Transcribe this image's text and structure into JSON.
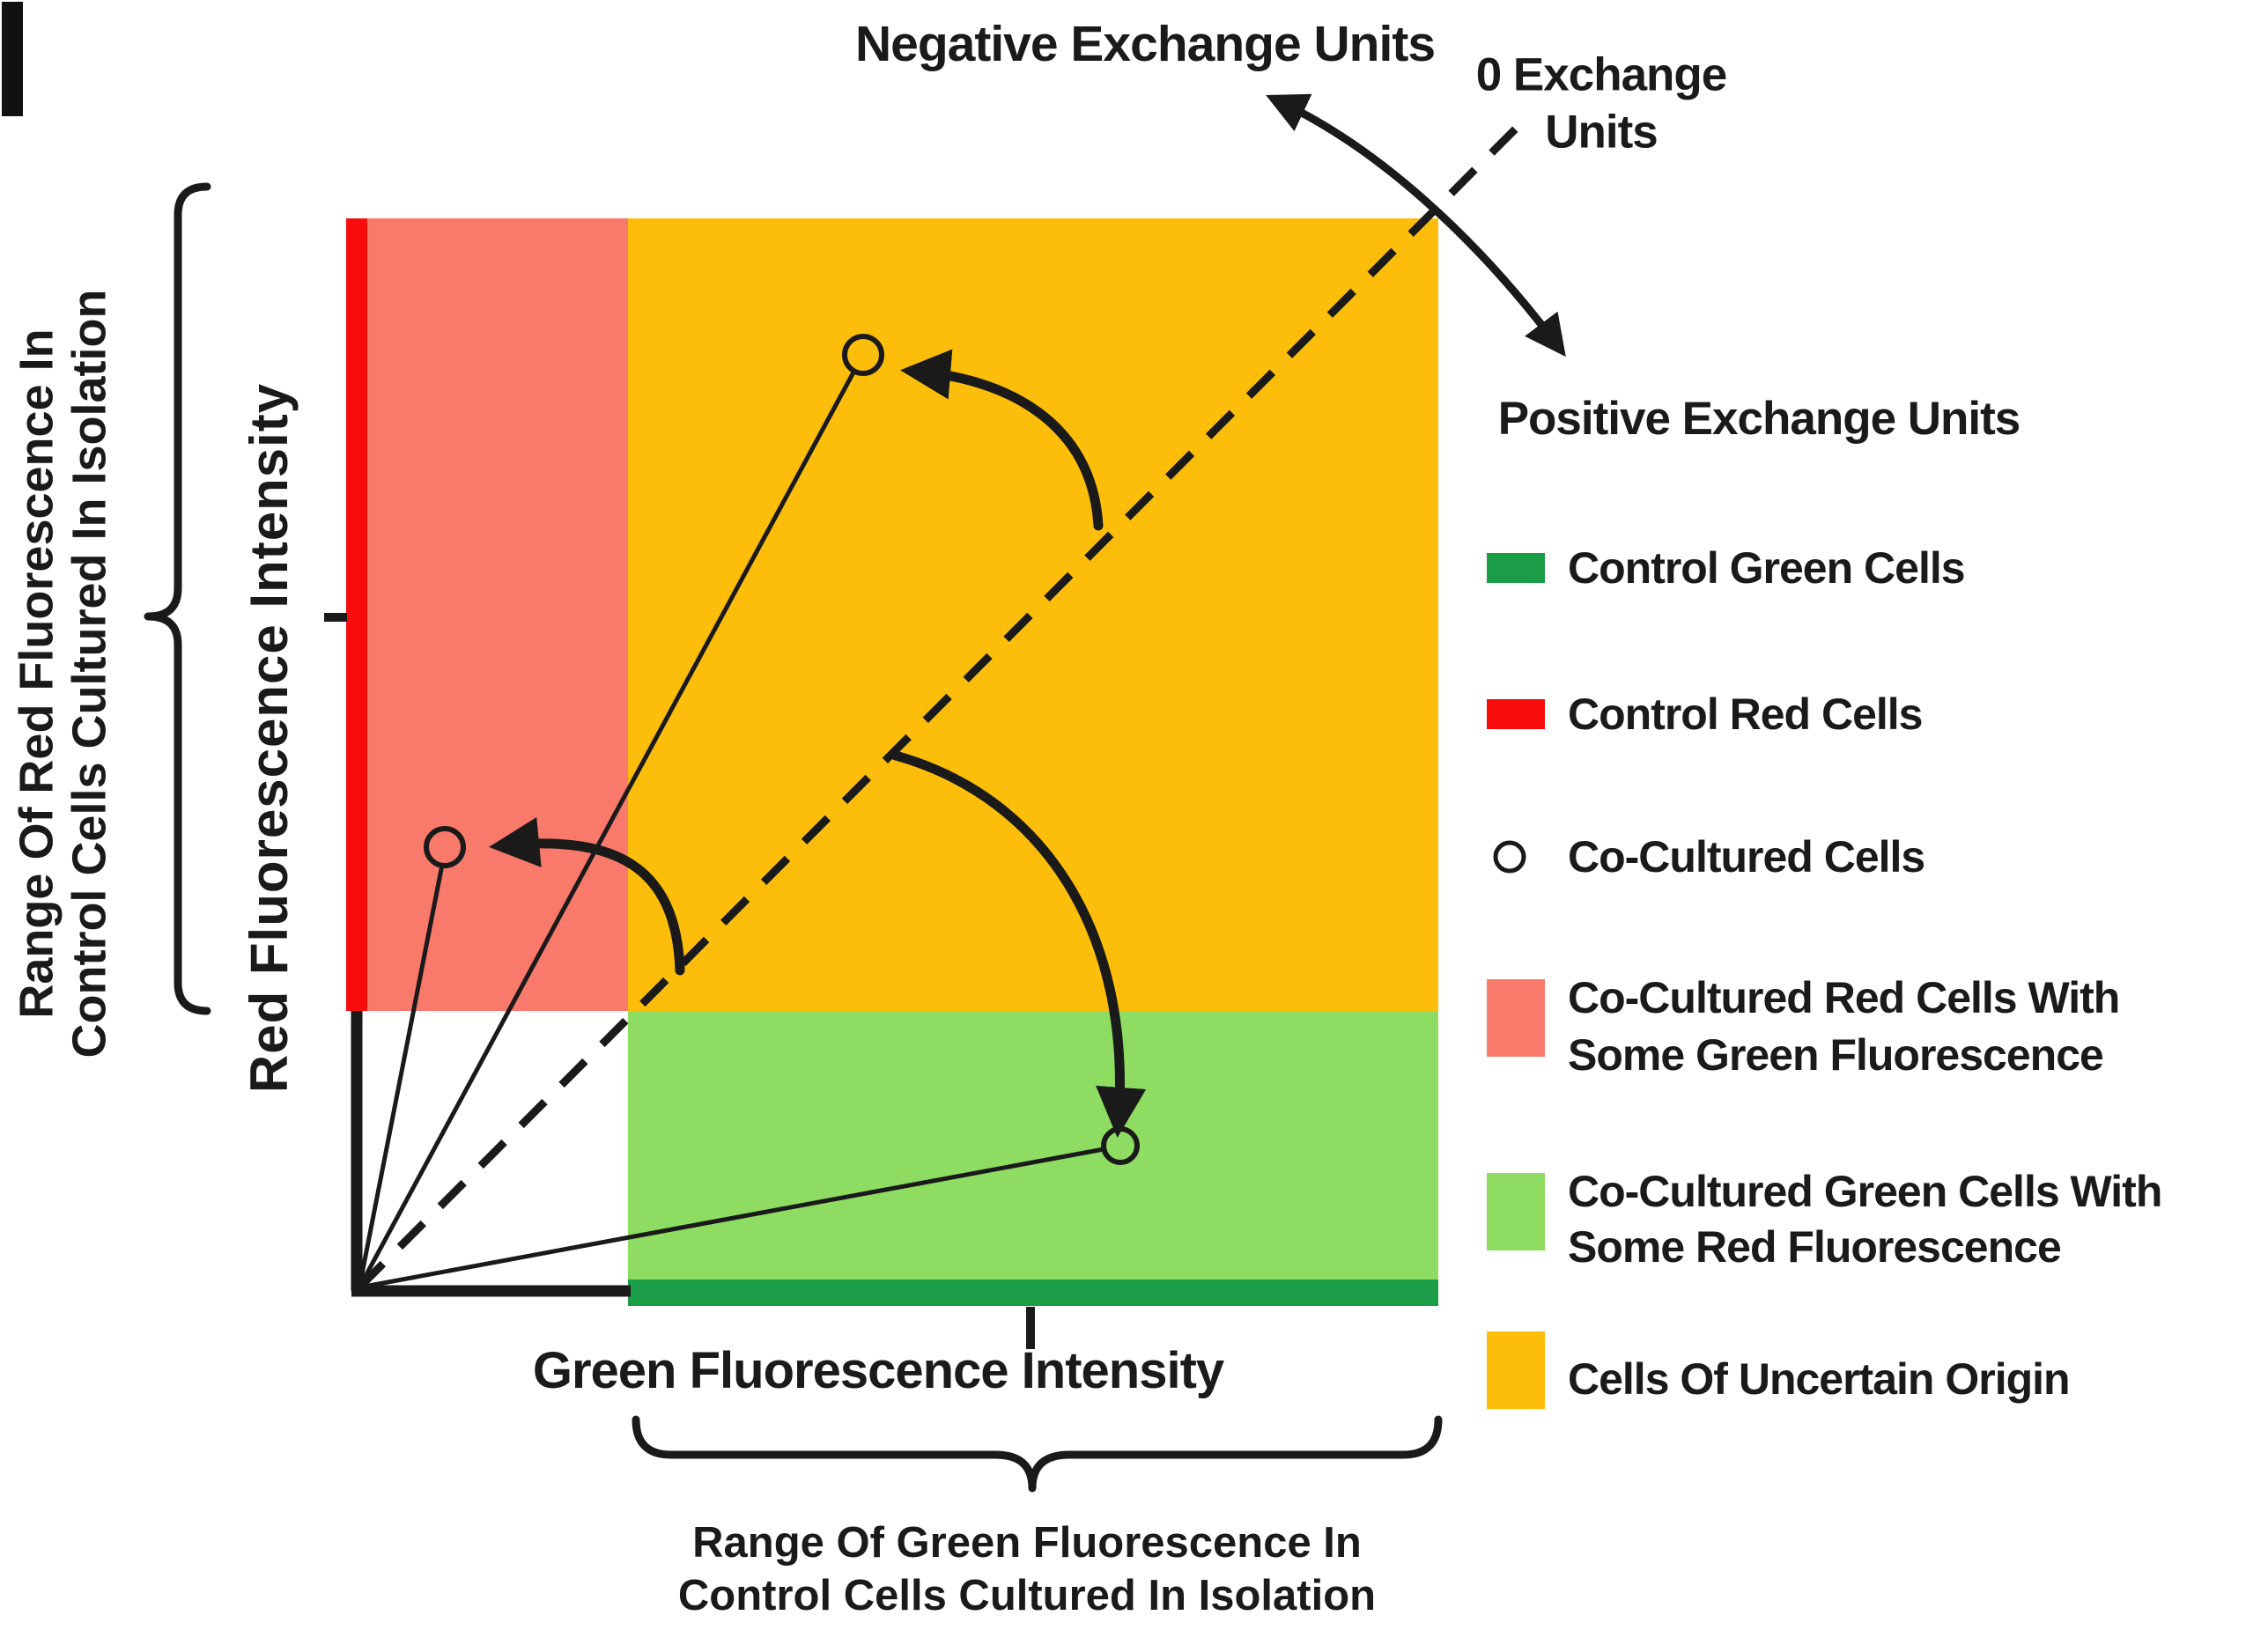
{
  "colors": {
    "red": "#F80C0C",
    "salmon": "#F9796B",
    "orange": "#FCBE0B",
    "light_green": "#8EDC61",
    "dark_green": "#1B9C47",
    "black": "#1A1A1A",
    "background": "#FFFFFF"
  },
  "annotations": {
    "negative_exchange": "Negative Exchange Units",
    "zero_exchange_line1": "0 Exchange",
    "zero_exchange_line2": "Units",
    "positive_exchange": "Positive Exchange Units"
  },
  "axes": {
    "y_label": "Red Fluorescence Intensity",
    "x_label": "Green Fluorescence Intensity",
    "y_range_line1": "Range Of Red  Fluorescence In",
    "y_range_line2": "Control Cells Cultured In Isolation",
    "x_range_line1": "Range Of Green Fluorescence In",
    "x_range_line2": "Control Cells Cultured In Isolation"
  },
  "legend": {
    "items": [
      {
        "swatch": "green-bar",
        "label": "Control Green Cells"
      },
      {
        "swatch": "red-bar",
        "label": "Control Red Cells"
      },
      {
        "swatch": "circle-marker",
        "label": "Co-Cultured Cells"
      },
      {
        "swatch": "salmon-square",
        "label": "Co-Cultured Red Cells With",
        "label2": "Some Green Fluorescence"
      },
      {
        "swatch": "green-square",
        "label": "Co-Cultured Green Cells With",
        "label2": "Some Red Fluorescence"
      },
      {
        "swatch": "orange-square",
        "label": "Cells Of Uncertain Origin"
      }
    ]
  }
}
